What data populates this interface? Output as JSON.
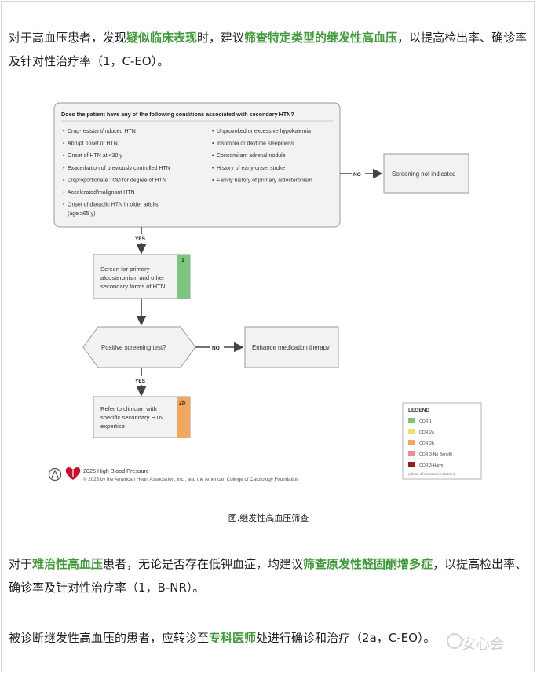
{
  "paragraphs": [
    {
      "segments": [
        {
          "t": "对于高血压患者，发现",
          "hl": false
        },
        {
          "t": "疑似临床表现",
          "hl": true
        },
        {
          "t": "时，建议",
          "hl": false
        },
        {
          "t": "筛查特定类型的继发性高血压",
          "hl": true
        },
        {
          "t": "，以提高检出率、确诊率及针对性治疗率（1，C-EO）。",
          "hl": false
        }
      ]
    },
    {
      "segments": [
        {
          "t": "对于",
          "hl": false
        },
        {
          "t": "难治性高血压",
          "hl": true
        },
        {
          "t": "患者，无论是否存在低钾血症，均建议",
          "hl": false
        },
        {
          "t": "筛查原发性醛固酮增多症",
          "hl": true
        },
        {
          "t": "，以提高检出率、确诊率及针对性治疗率（1，B-NR）。",
          "hl": false
        }
      ]
    },
    {
      "segments": [
        {
          "t": "被诊断继发性高血压的患者，应转诊至",
          "hl": false
        },
        {
          "t": "专科医师",
          "hl": true
        },
        {
          "t": "处进行确诊和治疗（2a，C-EO）。",
          "hl": false
        }
      ]
    }
  ],
  "flowchart": {
    "question_title": "Does the patient have any of the following conditions associated with secondary HTN?",
    "left_conditions": [
      "Drug-resistant/induced HTN",
      "Abrupt onset of HTN",
      "Onset of HTN at <30 y",
      "Exacerbation of previously controlled HTN",
      "Disproportionate TOD for degree of HTN",
      "Accelerated/malignant HTN",
      "Onset of diastolic HTN in older adults",
      "(age ≥65 y)"
    ],
    "right_conditions": [
      "Unprovoked or excessive hypokalemia",
      "Insomnia or daytime sleepiness",
      "Concomitant adrenal nodule",
      "History of early-onset stroke",
      "Family history of primary aldosteronism"
    ],
    "no_label": "NO",
    "yes_label": "YES",
    "not_indicated": "Screening not indicated",
    "screen_lines": [
      "Screen for primary",
      "aldosteronism and other",
      "secondary forms of HTN"
    ],
    "screen_cor": "1",
    "decision": "Positive screening test?",
    "enhance": "Enhance medication therapy",
    "refer_lines": [
      "Refer to clinician with",
      "specific secondary HTN",
      "expertise"
    ],
    "refer_cor": "2b",
    "legend": {
      "title": "LEGEND",
      "items": [
        {
          "label": "COR 1",
          "color": "#7cc47f"
        },
        {
          "label": "COR 2a",
          "color": "#f1df6b"
        },
        {
          "label": "COR 2b",
          "color": "#f0a860"
        },
        {
          "label": "COR 3-No Benefit",
          "color": "#ec8a97"
        },
        {
          "label": "COR 3-Harm",
          "color": "#9b1b1b"
        }
      ],
      "footnote": "(Class of Recommendation)"
    },
    "footer_line1": "2025 High Blood Pressure",
    "footer_line2": "© 2025 by the American Heart Association, Inc., and the American College of Cardiology Foundation",
    "colors": {
      "cor1": "#7cc47f",
      "cor2b": "#f0a860",
      "box_border": "#9a9a9a",
      "box_fill": "#f2f2f2"
    }
  },
  "caption": "图.继发性高血压筛查",
  "watermark": "安心会"
}
